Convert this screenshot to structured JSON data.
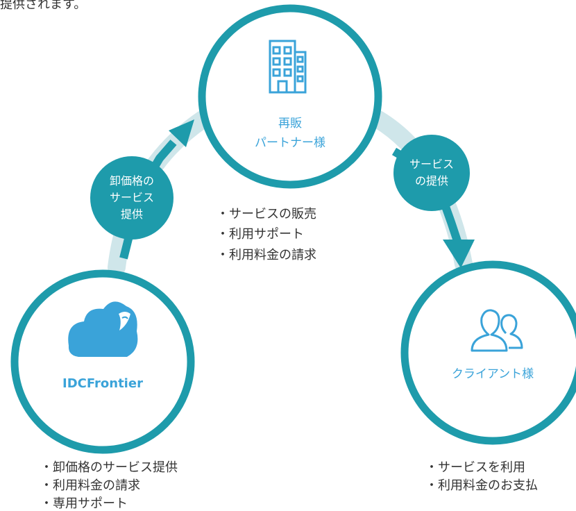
{
  "header": {
    "text": "提供されます。"
  },
  "colors": {
    "teal": "#1e9bab",
    "light": "#cfe6ea",
    "accent": "#3aa3d9",
    "text": "#333333"
  },
  "nodes": {
    "partner": {
      "icon": "building-icon",
      "line1": "再販",
      "line2": "パートナー様",
      "bullets": [
        "・サービスの販売",
        "・利用サポート",
        "・利用料金の請求"
      ]
    },
    "idcf": {
      "icon": "cloud-logo-icon",
      "logo_text": "IDCFrontier",
      "bullets": [
        "・卸価格のサービス提供",
        "・利用料金の請求",
        "・専用サポート"
      ]
    },
    "client": {
      "icon": "users-icon",
      "label": "クライアント様",
      "bullets": [
        "・サービスを利用",
        "・利用料金のお支払"
      ]
    }
  },
  "badges": {
    "left": [
      "卸価格の",
      "サービス",
      "提供"
    ],
    "right": [
      "サービス",
      "の提供"
    ]
  }
}
